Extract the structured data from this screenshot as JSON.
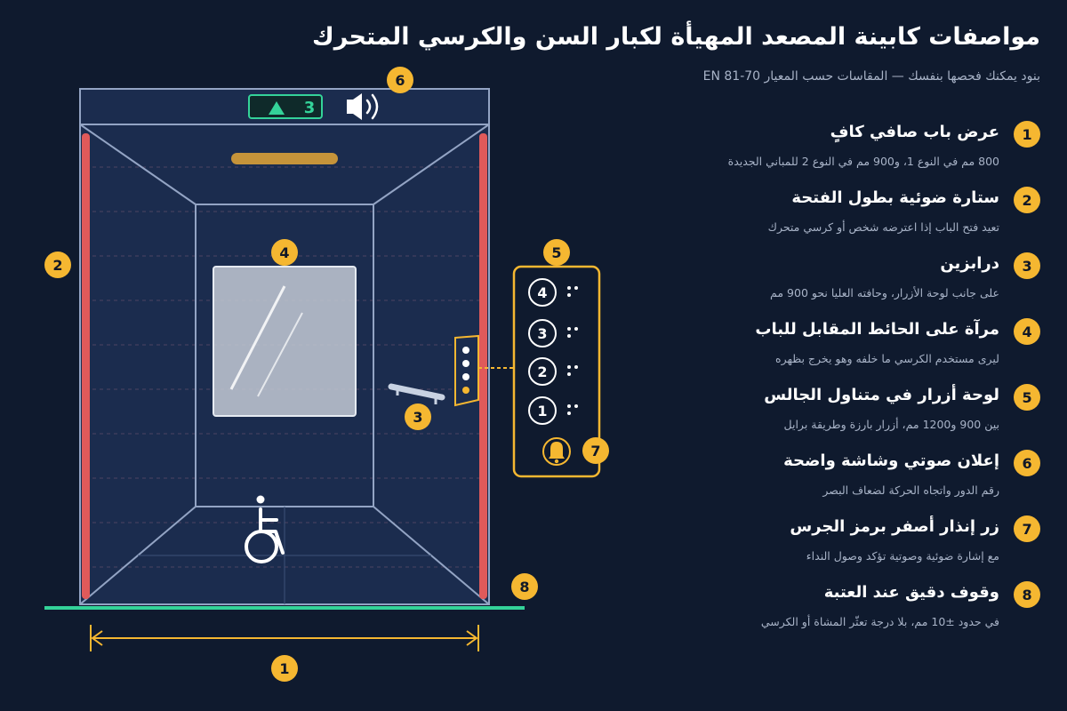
{
  "title": "مواصفات كابينة المصعد المهيأة لكبار السن والكرسي المتحرك",
  "subtitle": "بنود يمكنك فحصها بنفسك — المقاسات حسب المعيار EN 81-70",
  "colors": {
    "background": "#0f1a2e",
    "accent": "#f5b731",
    "light_curtain": "#e05a5a",
    "floor_line": "#34d399",
    "cabin_line": "#93a4c4",
    "cabin_fill": "#1b2c4e"
  },
  "items": [
    {
      "num": "1",
      "title": "عرض باب صافي كافٍ",
      "desc": "800 مم في النوع 1، و900 مم في النوع 2 للمباني الجديدة"
    },
    {
      "num": "2",
      "title": "ستارة ضوئية بطول الفتحة",
      "desc": "تعيد فتح الباب إذا اعترضه شخص أو كرسي متحرك"
    },
    {
      "num": "3",
      "title": "درابزين",
      "desc": "على جانب لوحة الأزرار، وحافته العليا نحو 900 مم"
    },
    {
      "num": "4",
      "title": "مرآة على الحائط المقابل للباب",
      "desc": "ليرى مستخدم الكرسي ما خلفه وهو يخرج بظهره"
    },
    {
      "num": "5",
      "title": "لوحة أزرار في متناول الجالس",
      "desc": "بين 900 و1200 مم، أزرار بارزة وطريقة برايل"
    },
    {
      "num": "6",
      "title": "إعلان صوتي وشاشة واضحة",
      "desc": "رقم الدور واتجاه الحركة لضعاف البصر"
    },
    {
      "num": "7",
      "title": "زر إنذار أصفر برمز الجرس",
      "desc": "مع إشارة ضوئية وصوتية تؤكد وصول النداء"
    },
    {
      "num": "8",
      "title": "وقوف دقيق عند العتبة",
      "desc": "في حدود ±10 مم، بلا درجة تعثّر المشاة أو الكرسي"
    }
  ],
  "display": {
    "floor": "3",
    "direction_icon": "up-arrow-icon",
    "speaker_icon": "speaker-icon"
  },
  "panel": {
    "buttons": [
      "4",
      "3",
      "2",
      "1"
    ],
    "alarm_icon": "bell-icon"
  },
  "floor_icon": "wheelchair-icon"
}
